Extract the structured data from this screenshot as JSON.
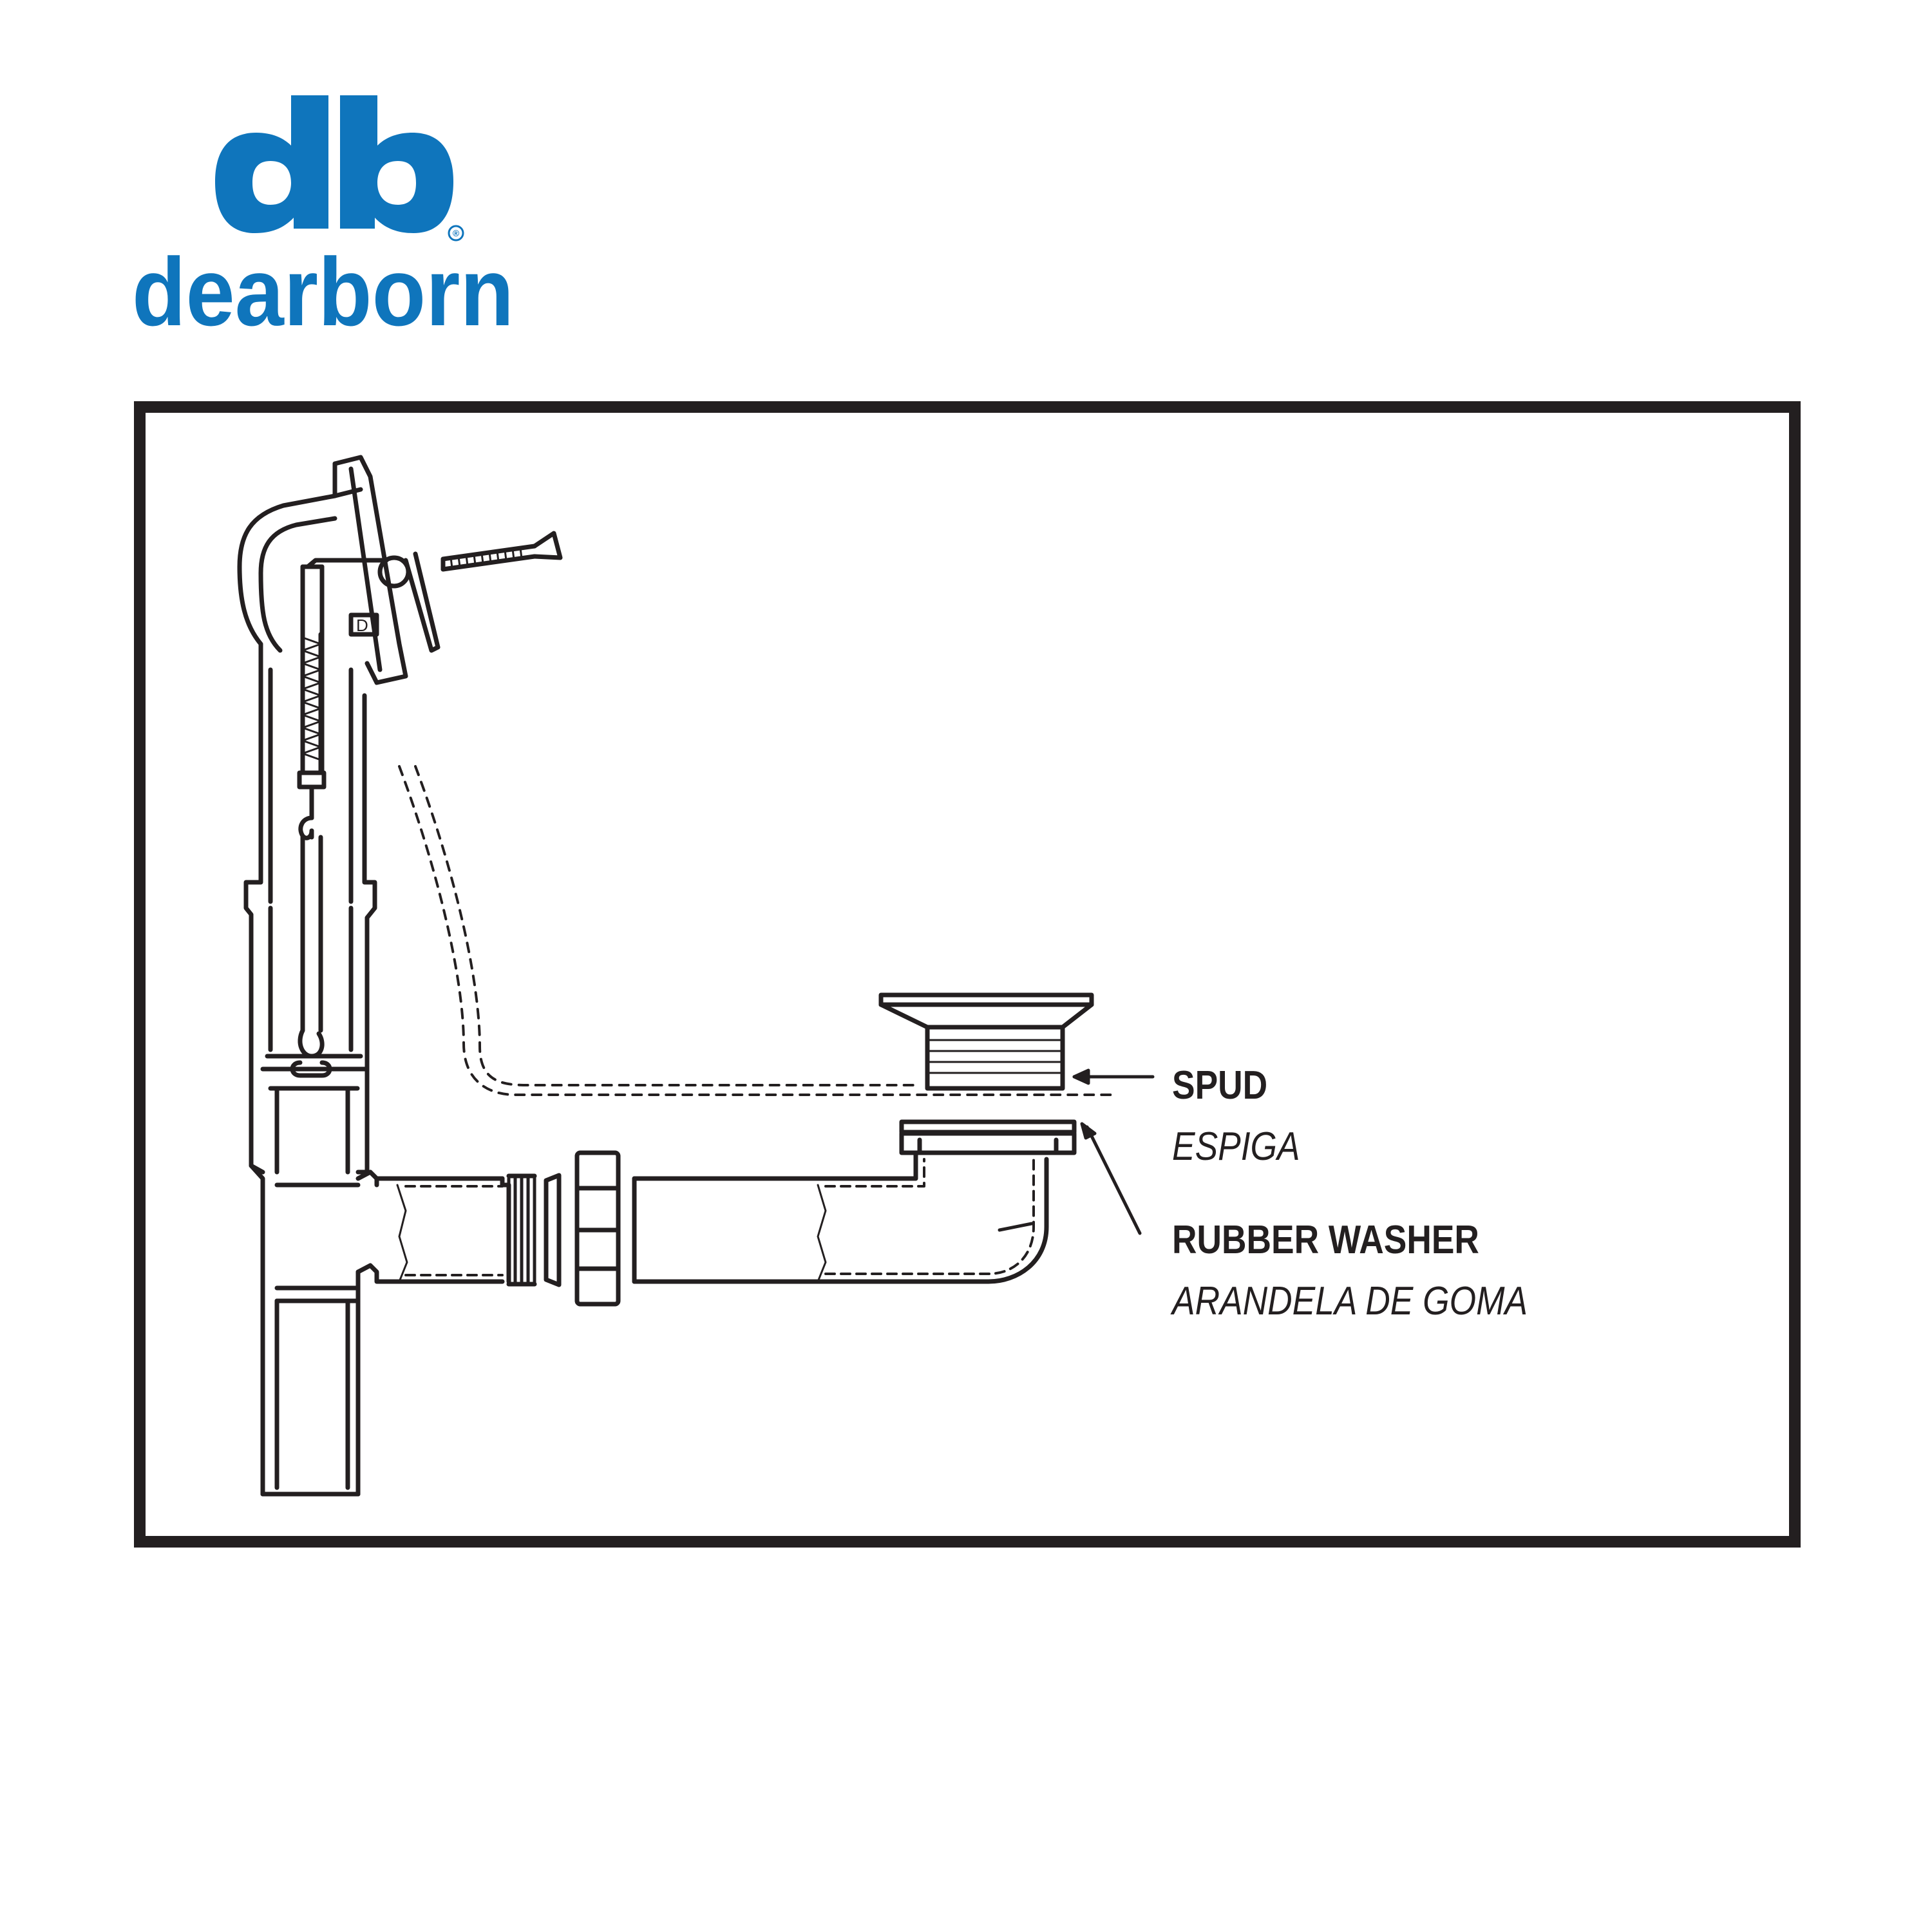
{
  "brand": {
    "monogram": "db",
    "name": "dearborn",
    "registered_mark": "®",
    "color": "#0f75bc"
  },
  "colors": {
    "line": "#231f20",
    "background": "#ffffff"
  },
  "callouts": [
    {
      "id": "spud",
      "title": "SPUD",
      "subtitle": "ESPIGA"
    },
    {
      "id": "rubber-washer",
      "title": "RUBBER WASHER",
      "subtitle": "ARANDELA DE GOMA"
    }
  ]
}
